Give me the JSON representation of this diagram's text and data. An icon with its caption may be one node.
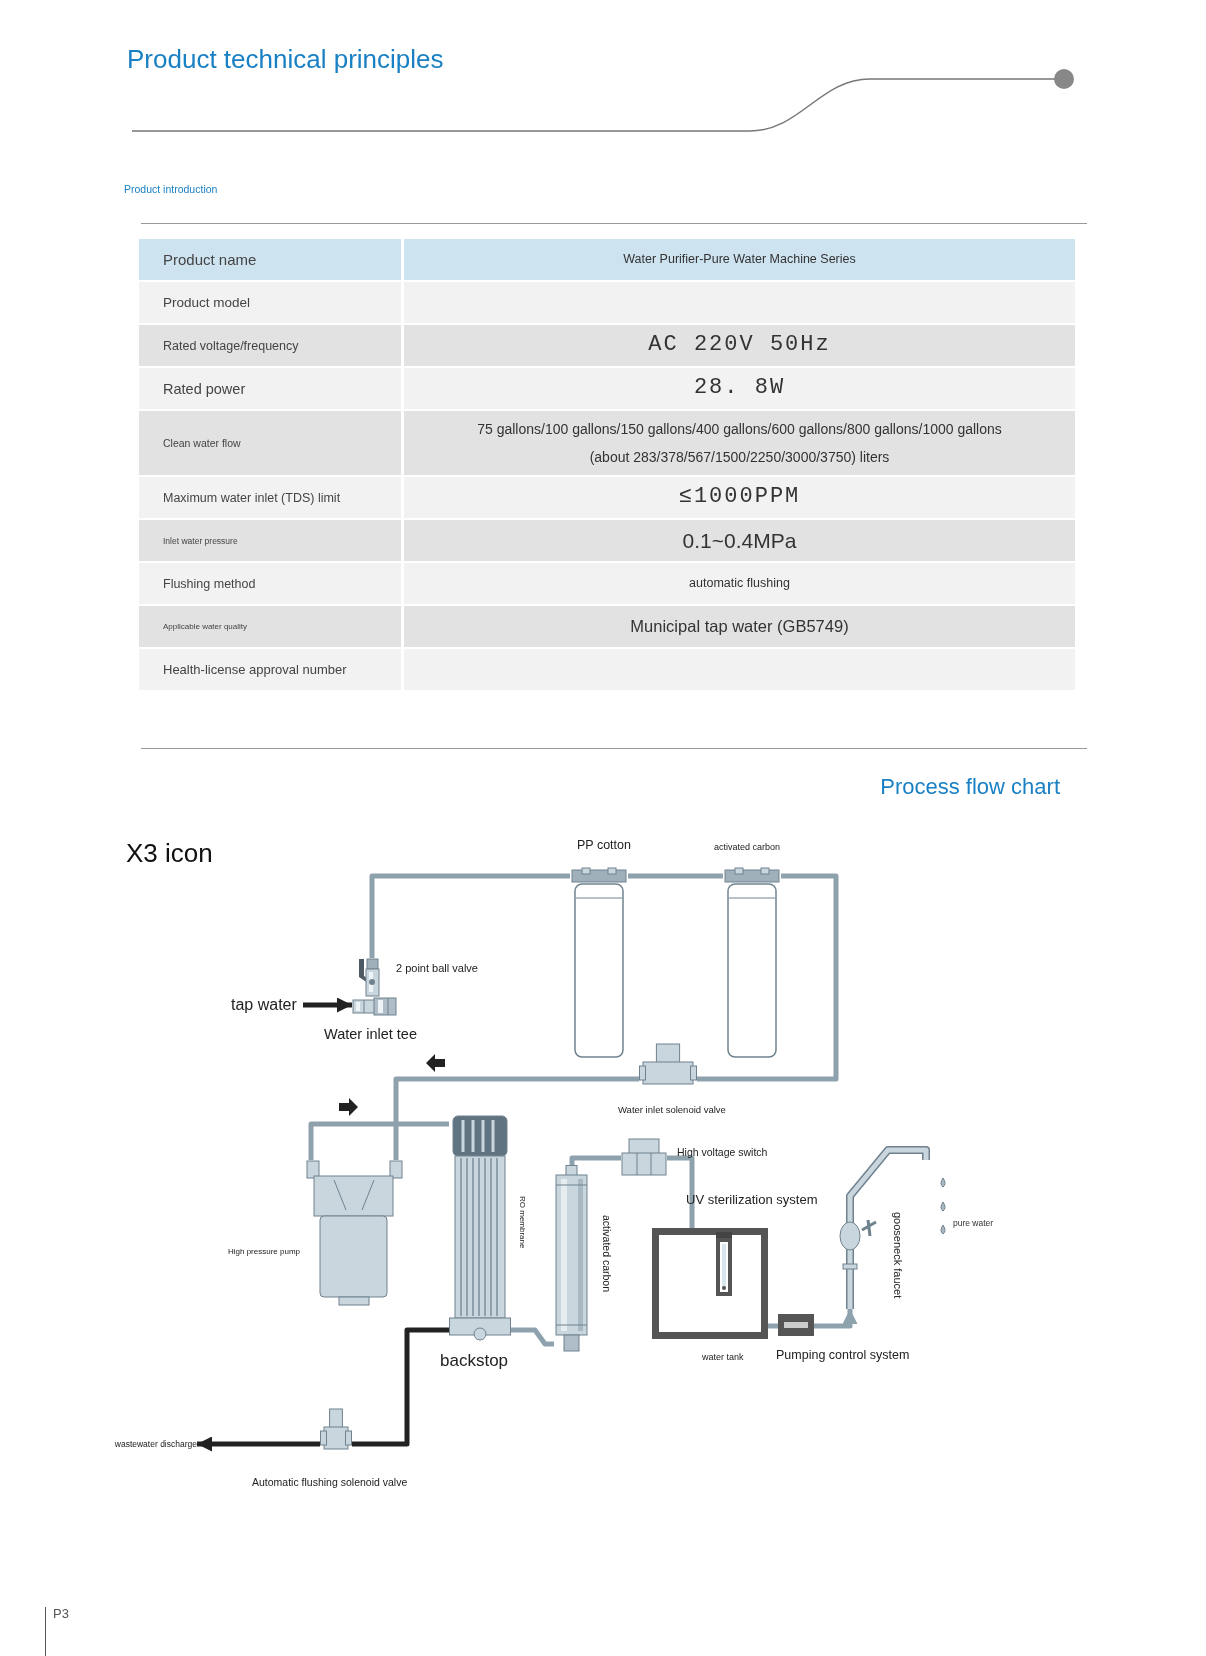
{
  "diagram": {
    "title": "Product technical principles",
    "nodes": [
      {
        "text": [
          "tap water"
        ]
      },
      {
        "text": [],
        "shape": "picture",
        "beside": [
          "2 point ball valve"
        ]
      },
      {
        "text": [],
        "shape": "picture",
        "beside": [
          "Water inlet tee"
        ]
      },
      {
        "text": [],
        "shape": "picture",
        "beside": [
          "PP cotton"
        ]
      },
      {
        "text": [],
        "shape": "picture",
        "beside": [
          "activated carbon"
        ]
      },
      {
        "text": [],
        "shape": "picture",
        "beside": [
          "Water inlet solenoid valve"
        ]
      },
      {
        "text": [],
        "shape": "picture",
        "beside": [
          "High pressure pump"
        ]
      },
      {
        "text": [],
        "shape": "picture",
        "beside": [
          "RO membrane",
          "backstop"
        ]
      },
      {
        "text": [],
        "shape": "picture",
        "beside": [
          "activated carbon"
        ]
      },
      {
        "text": [],
        "shape": "picture",
        "beside": [
          "High voltage switch"
        ]
      },
      {
        "text": [],
        "shape": "picture",
        "beside": [
          "water tank"
        ]
      },
      {
        "text": [],
        "shape": "picture",
        "in": 10,
        "beside": [
          "UV sterilization system"
        ]
      },
      {
        "text": [],
        "shape": "picture",
        "beside": [
          "Pumping control system"
        ]
      },
      {
        "text": [
          "gooseneck faucet"
        ]
      },
      {
        "text": [],
        "shape": "picture",
        "beside": [
          "Automatic flushing solenoid valve"
        ]
      },
      {
        "text": [
          "wastewater discharge"
        ]
      }
    ],
    "edges": [
      {
        "from": 0,
        "to": 2,
        "arrow": "to",
        "color": "#222222"
      },
      {
        "from": 1,
        "to": 3,
        "arrow": "none"
      },
      {
        "from": 3,
        "to": 4,
        "arrow": "none"
      },
      {
        "from": 4,
        "to": 5,
        "arrow": "none"
      },
      {
        "from": 5,
        "to": 6,
        "arrow": "none"
      },
      {
        "from": 6,
        "to": 7,
        "arrow": "none"
      },
      {
        "from": 7,
        "to": 8,
        "arrow": "none"
      },
      {
        "from": 8,
        "to": 9,
        "arrow": "none"
      },
      {
        "from": 9,
        "to": 10,
        "arrow": "none"
      },
      {
        "from": 10,
        "to": 12,
        "arrow": "none"
      },
      {
        "from": 12,
        "to": 13,
        "arrow": "to"
      },
      {
        "from": 7,
        "to": 14,
        "arrow": "none",
        "color": "#222222"
      },
      {
        "from": 14,
        "to": 15,
        "arrow": "to",
        "color": "#222222"
      }
    ],
    "labels": [
      "Product introduction",
      "Product name",
      "Water Purifier-Pure Water Machine Series",
      "Product model",
      "Rated voltage/frequency",
      "AC 220V 50Hz",
      "Rated power",
      "28. 8W",
      "Clean water flow",
      "75 gallons/100 gallons/150 gallons/400 gallons/600 gallons/800 gallons/1000 gallons (about 283/378/567/1500/2250/3000/3750) liters",
      "Maximum water inlet (TDS) limit",
      "≤1000PPM",
      "Inlet water pressure",
      "0.1~0.4MPa",
      "Flushing method",
      "automatic flushing",
      "Applicable water quality",
      "Municipal tap water (GB5749)",
      "Health-license approval number",
      "Process flow chart",
      "X3 icon",
      "pure water",
      "P3"
    ]
  }
}
